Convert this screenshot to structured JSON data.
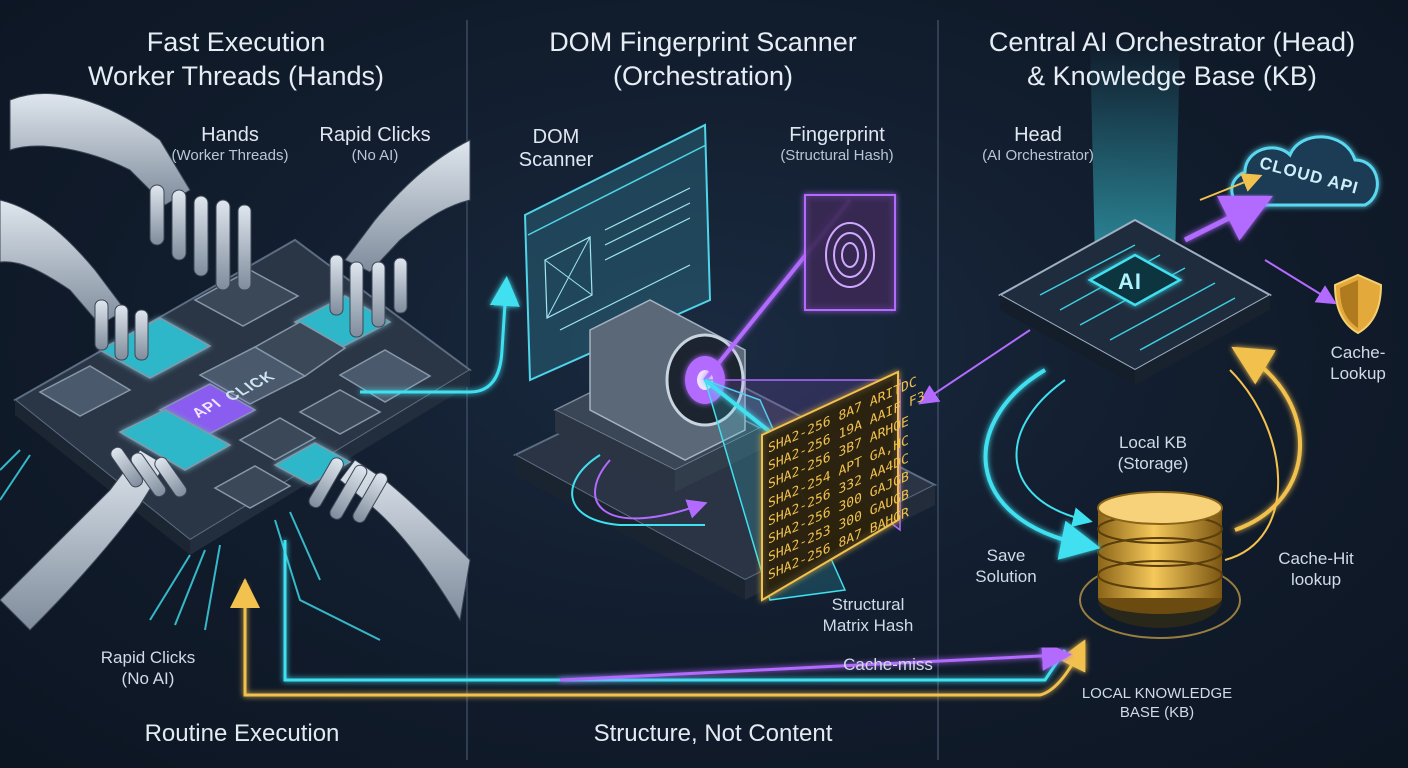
{
  "panels": [
    {
      "title_line1": "Fast Execution",
      "title_line2": "Worker Threads (Hands)",
      "footer": "Routine Execution"
    },
    {
      "title_line1": "DOM Fingerprint Scanner",
      "title_line2": "(Orchestration)",
      "footer": "Structure, Not Content"
    },
    {
      "title_line1": "Central AI Orchestrator (Head)",
      "title_line2": "& Knowledge Base (KB)",
      "footer": ""
    }
  ],
  "labels": {
    "hands": "Hands",
    "hands_sub": "(Worker Threads)",
    "rapid_clicks": "Rapid Clicks",
    "no_ai": "(No AI)",
    "rapid_clicks_bottom": "Rapid Clicks",
    "no_ai_bottom": "(No AI)",
    "dom_scanner_line1": "DOM",
    "dom_scanner_line2": "Scanner",
    "fingerprint": "Fingerprint",
    "fingerprint_sub": "(Structural Hash)",
    "structural_line1": "Structural",
    "structural_line2": "Matrix Hash",
    "head": "Head",
    "head_sub": "(AI Orchestrator)",
    "cloud_api": "CLOUD API",
    "cache_lookup_line1": "Cache-",
    "cache_lookup_line2": "Lookup",
    "local_kb_line1": "Local KB",
    "local_kb_line2": "(Storage)",
    "save_line1": "Save",
    "save_line2": "Solution",
    "cache_hit_line1": "Cache-Hit",
    "cache_hit_line2": "lookup",
    "cache_miss": "Cache-miss",
    "lkb_line1": "LOCAL KNOWLEDGE",
    "lkb_line2": "BASE (KB)"
  },
  "keys": {
    "click": "CLICK",
    "api": "API",
    "ai_chip": "AI"
  },
  "hash_lines": [
    "SHA2-256 8A7 ARITDC",
    "SHA2-256 19A AAIF F3",
    "SHA2-256 3B7 ARHOE",
    "SHA2-254 APT GA,HC",
    "SHA2-256 332 AA4DC",
    "SHA2-256 300 GAJGB",
    "SHA2-253 300 GAUGB",
    "SHA2-256 8A7 BAHGR"
  ],
  "colors": {
    "cyan": "#3fe0f0",
    "purple": "#b36bff",
    "gold": "#f2c14e",
    "panel_divider": "#3a4b60"
  }
}
